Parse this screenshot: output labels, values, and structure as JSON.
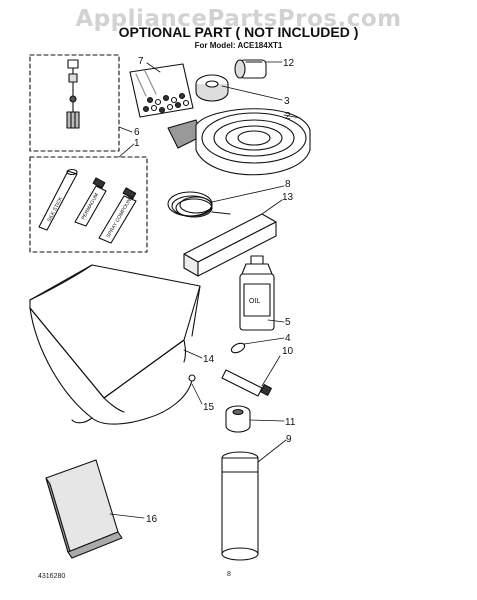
{
  "header": {
    "watermark": "AppliancePartsPros.com",
    "title": "OPTIONAL PART ( NOT INCLUDED )",
    "model_label": "For Model: ACE184XT1"
  },
  "footer": {
    "doc_number": "4316280",
    "page_number": "8"
  },
  "item_labels": [
    "7",
    "12",
    "3",
    "2",
    "6",
    "1",
    "8",
    "13",
    "5",
    "4",
    "10",
    "14",
    "15",
    "11",
    "9",
    "16"
  ],
  "package_texts": {
    "tube_a": "PERMAGUM",
    "tube_b": "SPRAY COMPOUND",
    "stick": "SILK STICK",
    "bottle": "OIL"
  }
}
